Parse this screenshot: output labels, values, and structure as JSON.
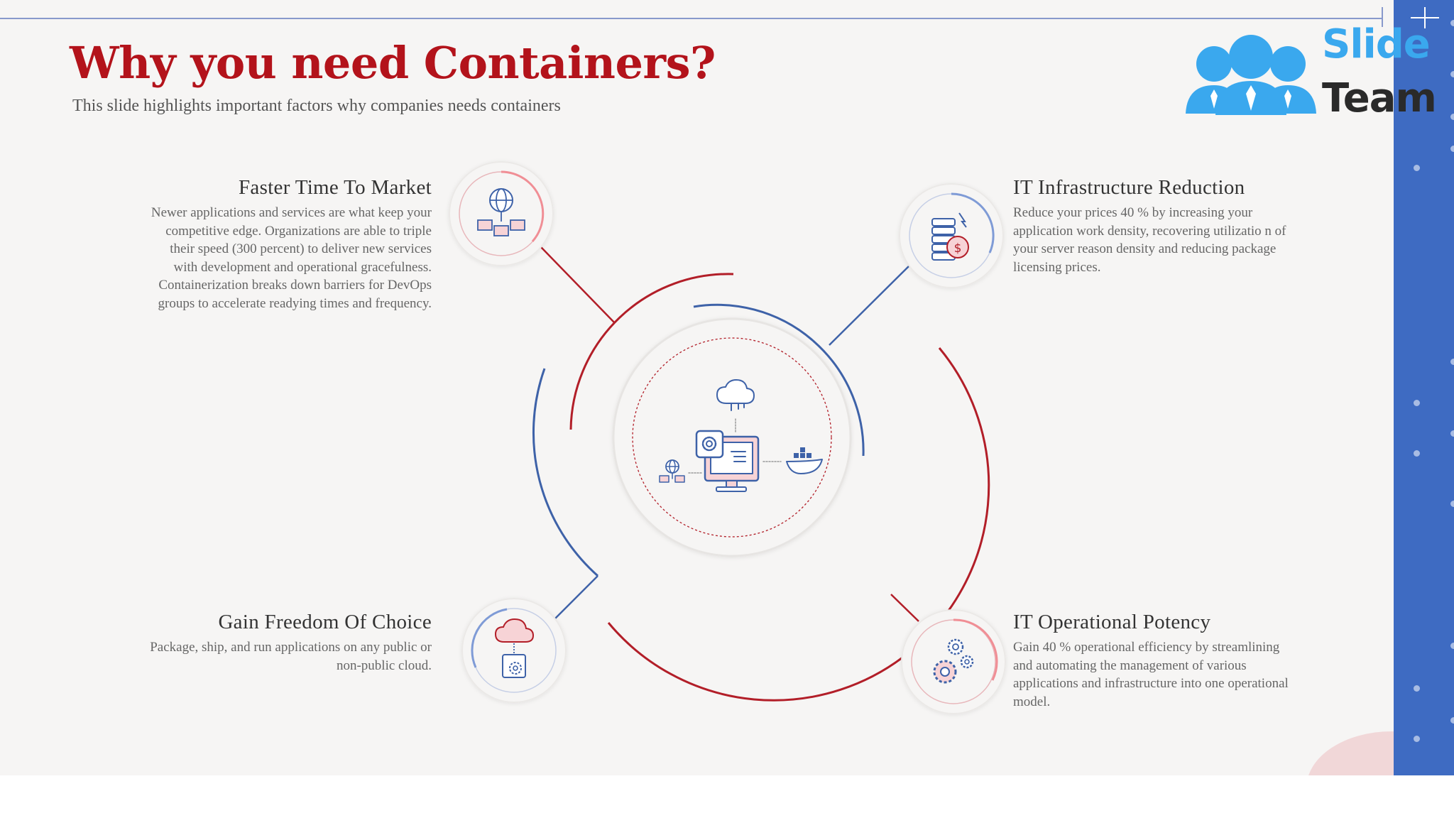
{
  "slide": {
    "title": "Why you need Containers?",
    "subtitle": "This slide highlights important factors why companies needs containers"
  },
  "logo": {
    "line1": "Slide",
    "line2": "Team"
  },
  "points": [
    {
      "title": "Faster Time To Market",
      "body": "Newer applications and services are what keep your competitive edge. Organizations are able to triple their speed (300 percent) to deliver new services with development and operational gracefulness. Containerization breaks down barriers for DevOps groups to accelerate readying times and frequency.",
      "icon": "network-globe-icon"
    },
    {
      "title": "IT Infrastructure Reduction",
      "body": "Reduce your prices 40 % by increasing your application work density, recovering utilizatio n of your server reason density and reducing package licensing prices.",
      "icon": "coins-dollar-icon"
    },
    {
      "title": "Gain Freedom Of Choice",
      "body": "Package, ship, and run applications on any public or non-public cloud.",
      "icon": "cloud-settings-icon"
    },
    {
      "title": "IT Operational Potency",
      "body": "Gain 40 % operational efficiency by streamlining and automating the management of various applications and infrastructure into one operational model.",
      "icon": "gears-icon"
    }
  ],
  "center_icon": "container-computer-icon",
  "colors": {
    "title_red": "#b3131b",
    "accent_blue": "#3e62a8",
    "accent_red": "#b21e28",
    "panel_blue": "#3e6bc2",
    "logo_blue": "#3aa8ee"
  }
}
